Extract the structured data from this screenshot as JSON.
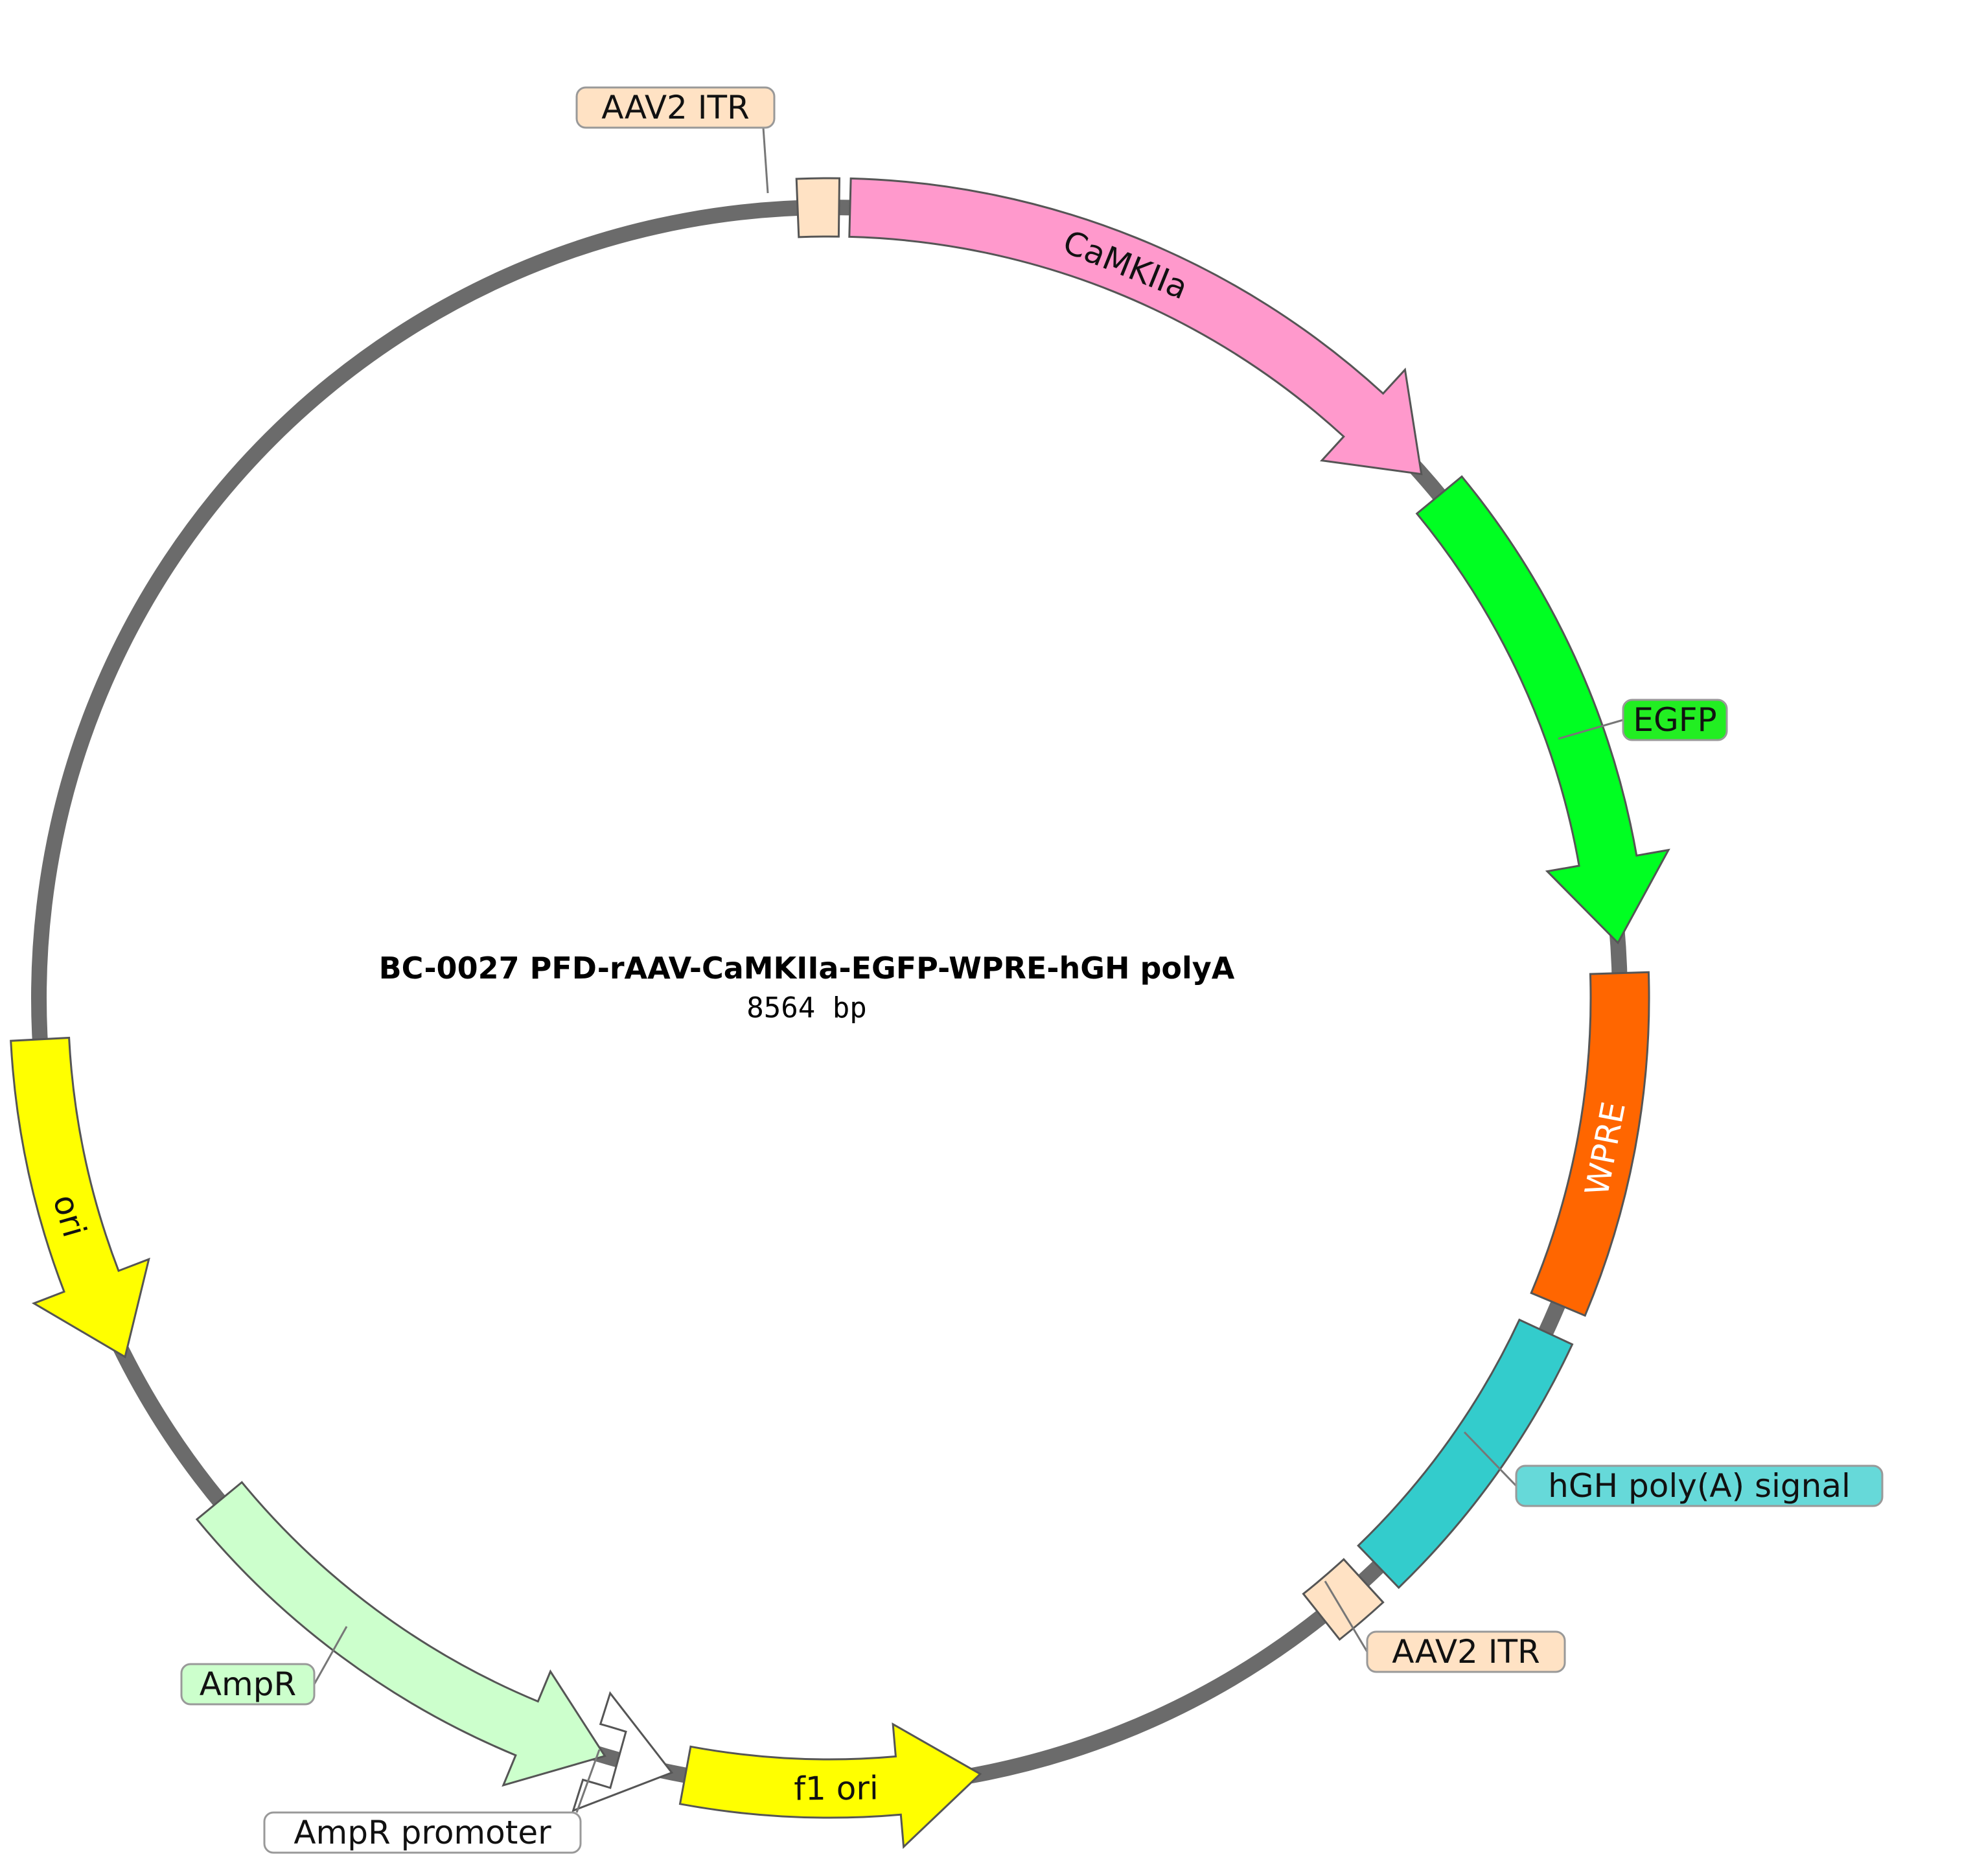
{
  "plasmid": {
    "name": "BC-0027   PFD-rAAV-CaMKIIa-EGFP-WPRE-hGH polyA",
    "size": "8564 bp"
  },
  "features": [
    {
      "id": "itr-top",
      "name": "AAV2 ITR",
      "kind": "box",
      "color": "#ffe2c4",
      "label_style": "callout",
      "text_color": "#111111"
    },
    {
      "id": "camkiia",
      "name": "CaMKIIa",
      "kind": "arrow",
      "direction": "cw",
      "color": "#ff99cc",
      "label_style": "on-feature",
      "text_color": "#111111"
    },
    {
      "id": "egfp",
      "name": "EGFP",
      "kind": "arrow",
      "direction": "cw",
      "color": "#00ff22",
      "label_style": "callout",
      "text_color": "#111111"
    },
    {
      "id": "wpre",
      "name": "WPRE",
      "kind": "box",
      "color": "#ff6600",
      "label_style": "on-feature",
      "text_color": "#ffffff"
    },
    {
      "id": "hgh",
      "name": "hGH poly(A) signal",
      "kind": "box",
      "color": "#33cccc",
      "label_style": "callout",
      "text_color": "#111111"
    },
    {
      "id": "itr-bottom",
      "name": "AAV2 ITR",
      "kind": "box",
      "color": "#ffe2c4",
      "label_style": "callout",
      "text_color": "#111111"
    },
    {
      "id": "f1ori",
      "name": "f1 ori",
      "kind": "arrow",
      "direction": "ccw",
      "color": "#ffff00",
      "label_style": "on-feature",
      "text_color": "#111111"
    },
    {
      "id": "ampr-promoter",
      "name": "AmpR promoter",
      "kind": "arrow",
      "direction": "ccw",
      "color": "#ffffff",
      "label_style": "callout",
      "text_color": "#111111"
    },
    {
      "id": "ampr",
      "name": "AmpR",
      "kind": "arrow",
      "direction": "ccw",
      "color": "#ccffcc",
      "label_style": "callout",
      "text_color": "#111111"
    },
    {
      "id": "ori",
      "name": "ori",
      "kind": "arrow",
      "direction": "ccw",
      "color": "#ffff00",
      "label_style": "on-feature",
      "text_color": "#111111"
    }
  ]
}
